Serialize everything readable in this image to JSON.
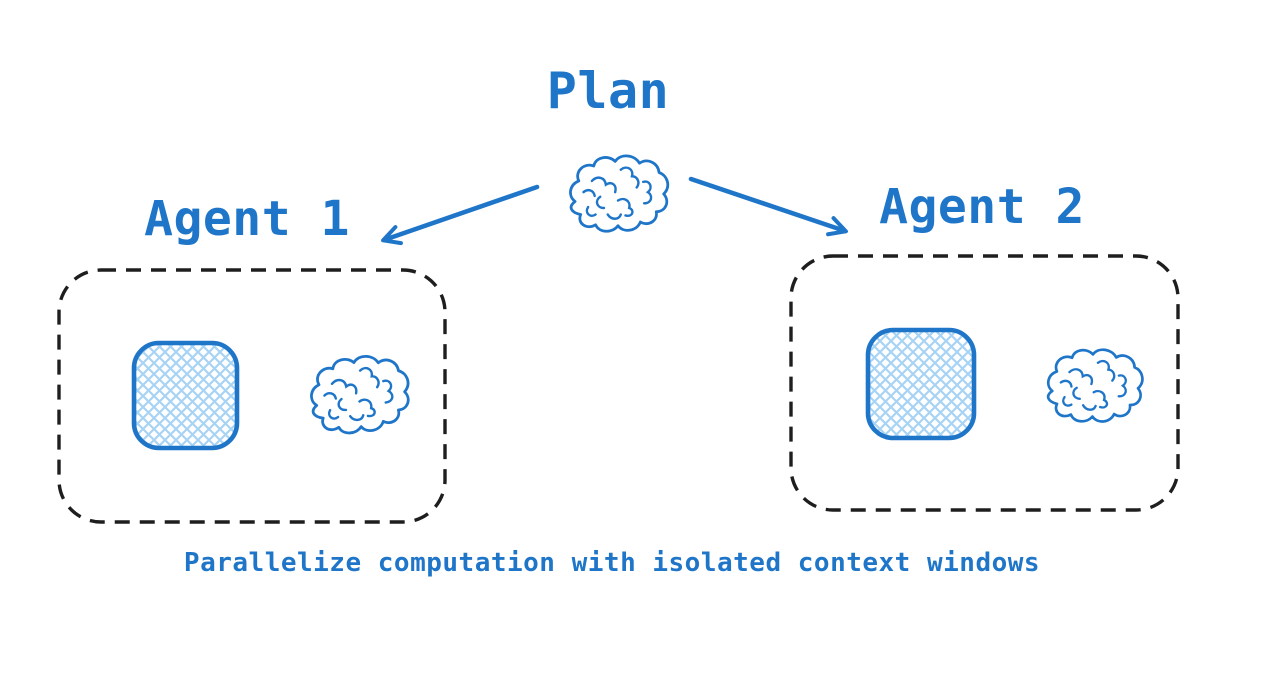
{
  "diagram": {
    "title": "Plan",
    "caption": "Parallelize computation with isolated context windows",
    "planner": {
      "icon": "brain-icon"
    },
    "agents": [
      {
        "label": "Agent 1",
        "items": [
          "context-window-icon",
          "brain-icon"
        ]
      },
      {
        "label": "Agent 2",
        "items": [
          "context-window-icon",
          "brain-icon"
        ]
      }
    ],
    "colors": {
      "accent_blue": "#1f76c9",
      "hatch_light_blue": "#a7d3f5",
      "box_border": "#1e1e1e",
      "background": "#ffffff"
    }
  }
}
